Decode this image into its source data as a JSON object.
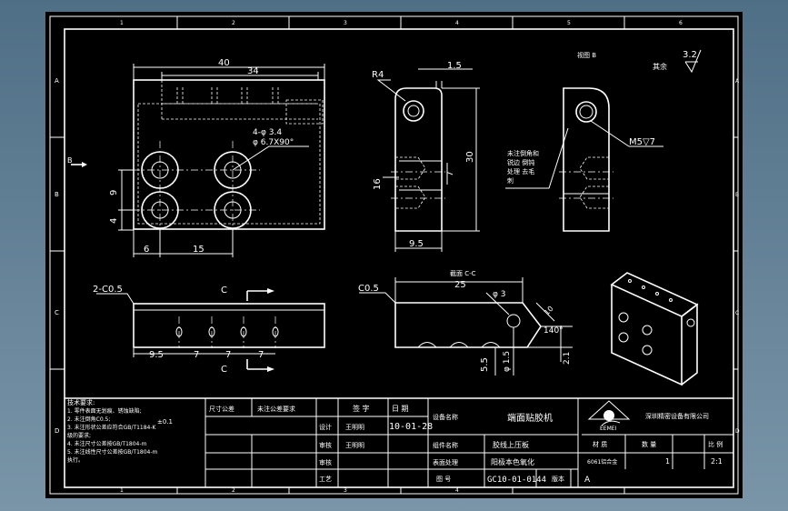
{
  "sheet": {
    "edge_letters": [
      "A",
      "B",
      "C",
      "D"
    ],
    "edge_numbers": [
      "1",
      "2",
      "3",
      "4",
      "5",
      "6"
    ]
  },
  "top_right": {
    "view_label": "视图 B",
    "roughness_label": "其余",
    "roughness_value": "3.2"
  },
  "front_view": {
    "dim_overall": "40",
    "dim_hole_pitch_top": "34",
    "hole_note_line1": "4-φ 3.4",
    "hole_note_line2": "φ 6.7X90°",
    "dim_9": "9",
    "dim_4": "4",
    "dim_6": "6",
    "dim_15": "15",
    "section_arrow_label": "B"
  },
  "side_view": {
    "dim_r4": "R4",
    "dim_1_5": "1.5",
    "dim_30": "30",
    "dim_7": "7",
    "dim_16": "16",
    "dim_9_5": "9.5",
    "note": [
      "未注倒角和",
      "锐边 倒钝",
      "处理 去毛",
      "刺"
    ]
  },
  "right_view": {
    "thread_label": "M5▽7"
  },
  "bottom_view": {
    "chamfer": "2-C0.5",
    "section_label_top": "C",
    "section_label_bottom": "C",
    "dims": [
      "9.5",
      "7",
      "7",
      "7"
    ]
  },
  "section_view": {
    "title": "截面 C-C",
    "chamfer": "C0.5",
    "dim_25": "25",
    "dim_phi3": "φ 3",
    "dim_140": "140°",
    "dim_5_5": "5.5",
    "dim_phi1_5": "φ 1.5",
    "dim_2_1": "2.1",
    "dim_10": "10"
  },
  "title_block": {
    "tech_req_title": "技术要求:",
    "tech_req": [
      "1. 零件表面无划痕、锈蚀缺陷;",
      "2. 未注倒角C0.5;",
      "3. 未注形状公差应符合GB/T1184-K",
      "   级的要求;",
      "4. 未注尺寸公差按GB/T1804-m",
      "5. 未注线性尺寸公差按GB/T1804-m",
      "   执行。"
    ],
    "tolerance": "±0.1",
    "col_header_1": "尺寸公差",
    "col_header_2": "未注公差要求",
    "sign_header": "签 字",
    "date_header": "日 期",
    "role_design": "设计",
    "role_check": "审核",
    "role_audit": "审核",
    "role_process": "工艺",
    "designer": "王明明",
    "checker": "王明明",
    "date": "10-01-28",
    "equipment_label": "设备名称",
    "equipment_value": "端面贴胶机",
    "part_label": "组件名称",
    "part_value": "胶线上压板",
    "surface_label": "表面处理",
    "surface_value": "阳极本色氧化",
    "drawing_no_label": "图 号",
    "drawing_no": "GC10-01-0144",
    "version_label": "版本",
    "version": "A",
    "company": "深圳精密设备有限公司",
    "logo_text": "EEMEI",
    "material_label": "材 质",
    "material_value": "6061铝合金",
    "qty_label": "数 量",
    "qty_value": "1",
    "scale_label": "比 例",
    "scale_value": "2:1"
  }
}
